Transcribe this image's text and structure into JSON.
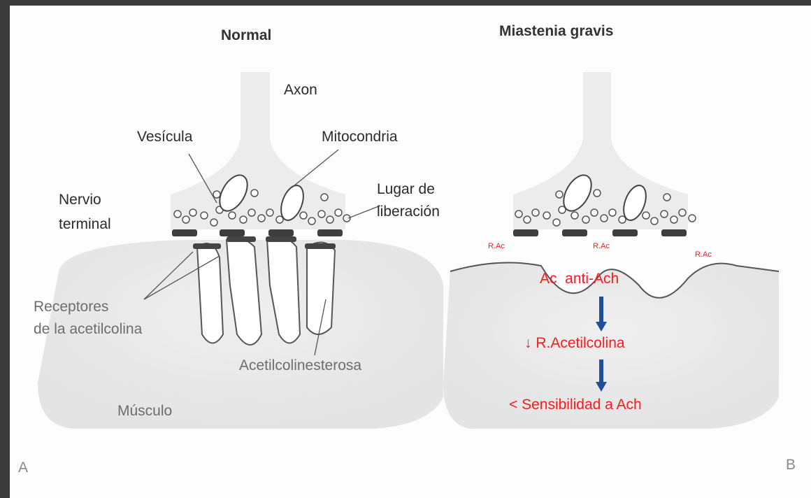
{
  "panel_a": {
    "title": "Normal",
    "labels": {
      "axon": "Axon",
      "vesicula": "Vesícula",
      "mitocondria": "Mitocondria",
      "nervio_terminal_1": "Nervio",
      "nervio_terminal_2": "terminal",
      "lugar_1": "Lugar de",
      "lugar_2": "liberación",
      "receptores_1": "Receptores",
      "receptores_2": "de la acetilcolina",
      "acetilcolinesterosa": "Acetilcolinesterosa",
      "musculo": "Músculo",
      "panel_letter": "A"
    }
  },
  "panel_b": {
    "title": "Miastenia gravis",
    "rac_label": "R.Ac",
    "ac_anti_ach": "Ac  anti-Ach",
    "r_acetilcolina": "↓ R.Acetilcolina",
    "sensibilidad": "< Sensibilidad a Ach",
    "panel_letter": "B"
  },
  "colors": {
    "red_text": "#ff1a1a",
    "arrow_blue": "#1f4e9b",
    "tissue_gray": "#e9e9e9",
    "line": "#555555"
  }
}
